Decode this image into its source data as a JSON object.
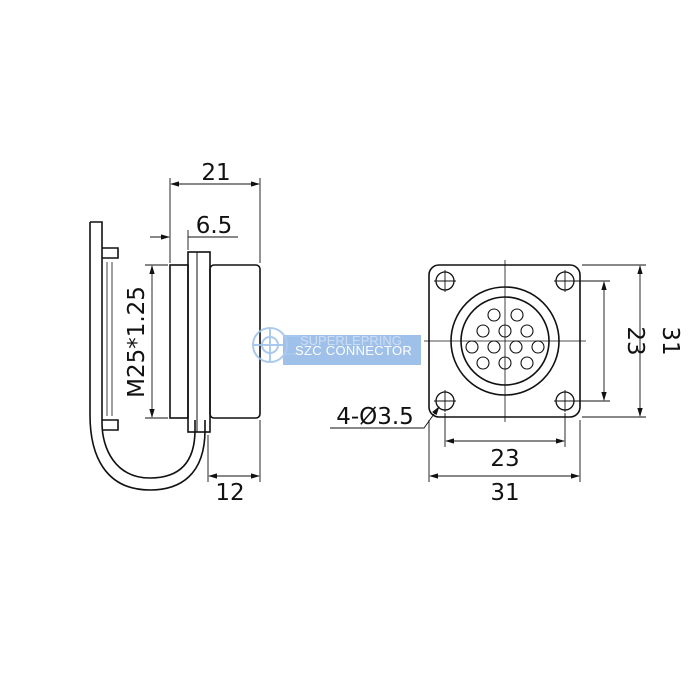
{
  "colors": {
    "line": "#111111",
    "watermark_bg": "#8fb6e6",
    "watermark_icon": "#9cc0ea"
  },
  "side_view": {
    "overall_length": "21",
    "flange_thickness": "6.5",
    "thread": "M25*1.25",
    "tail_length": "12"
  },
  "front_view": {
    "hole_callout": "4-Ø3.5",
    "hole_spacing_h": "23",
    "hole_spacing_v": "23",
    "flange_width": "31",
    "flange_height": "31"
  },
  "watermark": {
    "label": "SZC CONNECTOR",
    "faint_text": "SUPERLEPRING",
    "icon": "gear-circuit-icon"
  }
}
